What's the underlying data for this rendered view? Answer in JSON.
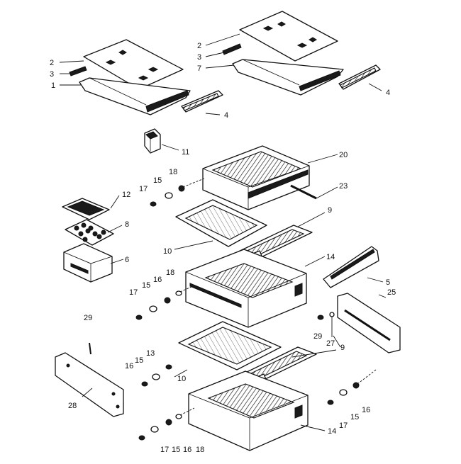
{
  "callouts": [
    {
      "id": "c-2a",
      "text": "2"
    },
    {
      "id": "c-3a",
      "text": "3"
    },
    {
      "id": "c-1",
      "text": "1"
    },
    {
      "id": "c-4a",
      "text": "4"
    },
    {
      "id": "c-2b",
      "text": "2"
    },
    {
      "id": "c-3b",
      "text": "3"
    },
    {
      "id": "c-7",
      "text": "7"
    },
    {
      "id": "c-4b",
      "text": "4"
    },
    {
      "id": "c-11",
      "text": "11"
    },
    {
      "id": "c-20",
      "text": "20"
    },
    {
      "id": "c-23",
      "text": "23"
    },
    {
      "id": "c-18a",
      "text": "18"
    },
    {
      "id": "c-15a",
      "text": "15"
    },
    {
      "id": "c-17a",
      "text": "17"
    },
    {
      "id": "c-12",
      "text": "12"
    },
    {
      "id": "c-9a",
      "text": "9"
    },
    {
      "id": "c-8",
      "text": "8"
    },
    {
      "id": "c-10a",
      "text": "10"
    },
    {
      "id": "c-6",
      "text": "6"
    },
    {
      "id": "c-14a",
      "text": "14"
    },
    {
      "id": "c-5",
      "text": "5"
    },
    {
      "id": "c-25",
      "text": "25"
    },
    {
      "id": "c-18b",
      "text": "18"
    },
    {
      "id": "c-16a",
      "text": "16"
    },
    {
      "id": "c-15b",
      "text": "15"
    },
    {
      "id": "c-17b",
      "text": "17"
    },
    {
      "id": "c-29a",
      "text": "29"
    },
    {
      "id": "c-29b",
      "text": "29"
    },
    {
      "id": "c-27",
      "text": "27"
    },
    {
      "id": "c-9b",
      "text": "9"
    },
    {
      "id": "c-13",
      "text": "13"
    },
    {
      "id": "c-15c",
      "text": "15"
    },
    {
      "id": "c-16b",
      "text": "16"
    },
    {
      "id": "c-10b",
      "text": "10"
    },
    {
      "id": "c-28",
      "text": "28"
    },
    {
      "id": "c-16c",
      "text": "16"
    },
    {
      "id": "c-15d",
      "text": "15"
    },
    {
      "id": "c-17c",
      "text": "17"
    },
    {
      "id": "c-14b",
      "text": "14"
    },
    {
      "id": "c-17d",
      "text": "17"
    },
    {
      "id": "c-15e",
      "text": "15"
    },
    {
      "id": "c-16d",
      "text": "16"
    },
    {
      "id": "c-18c",
      "text": "18"
    }
  ]
}
